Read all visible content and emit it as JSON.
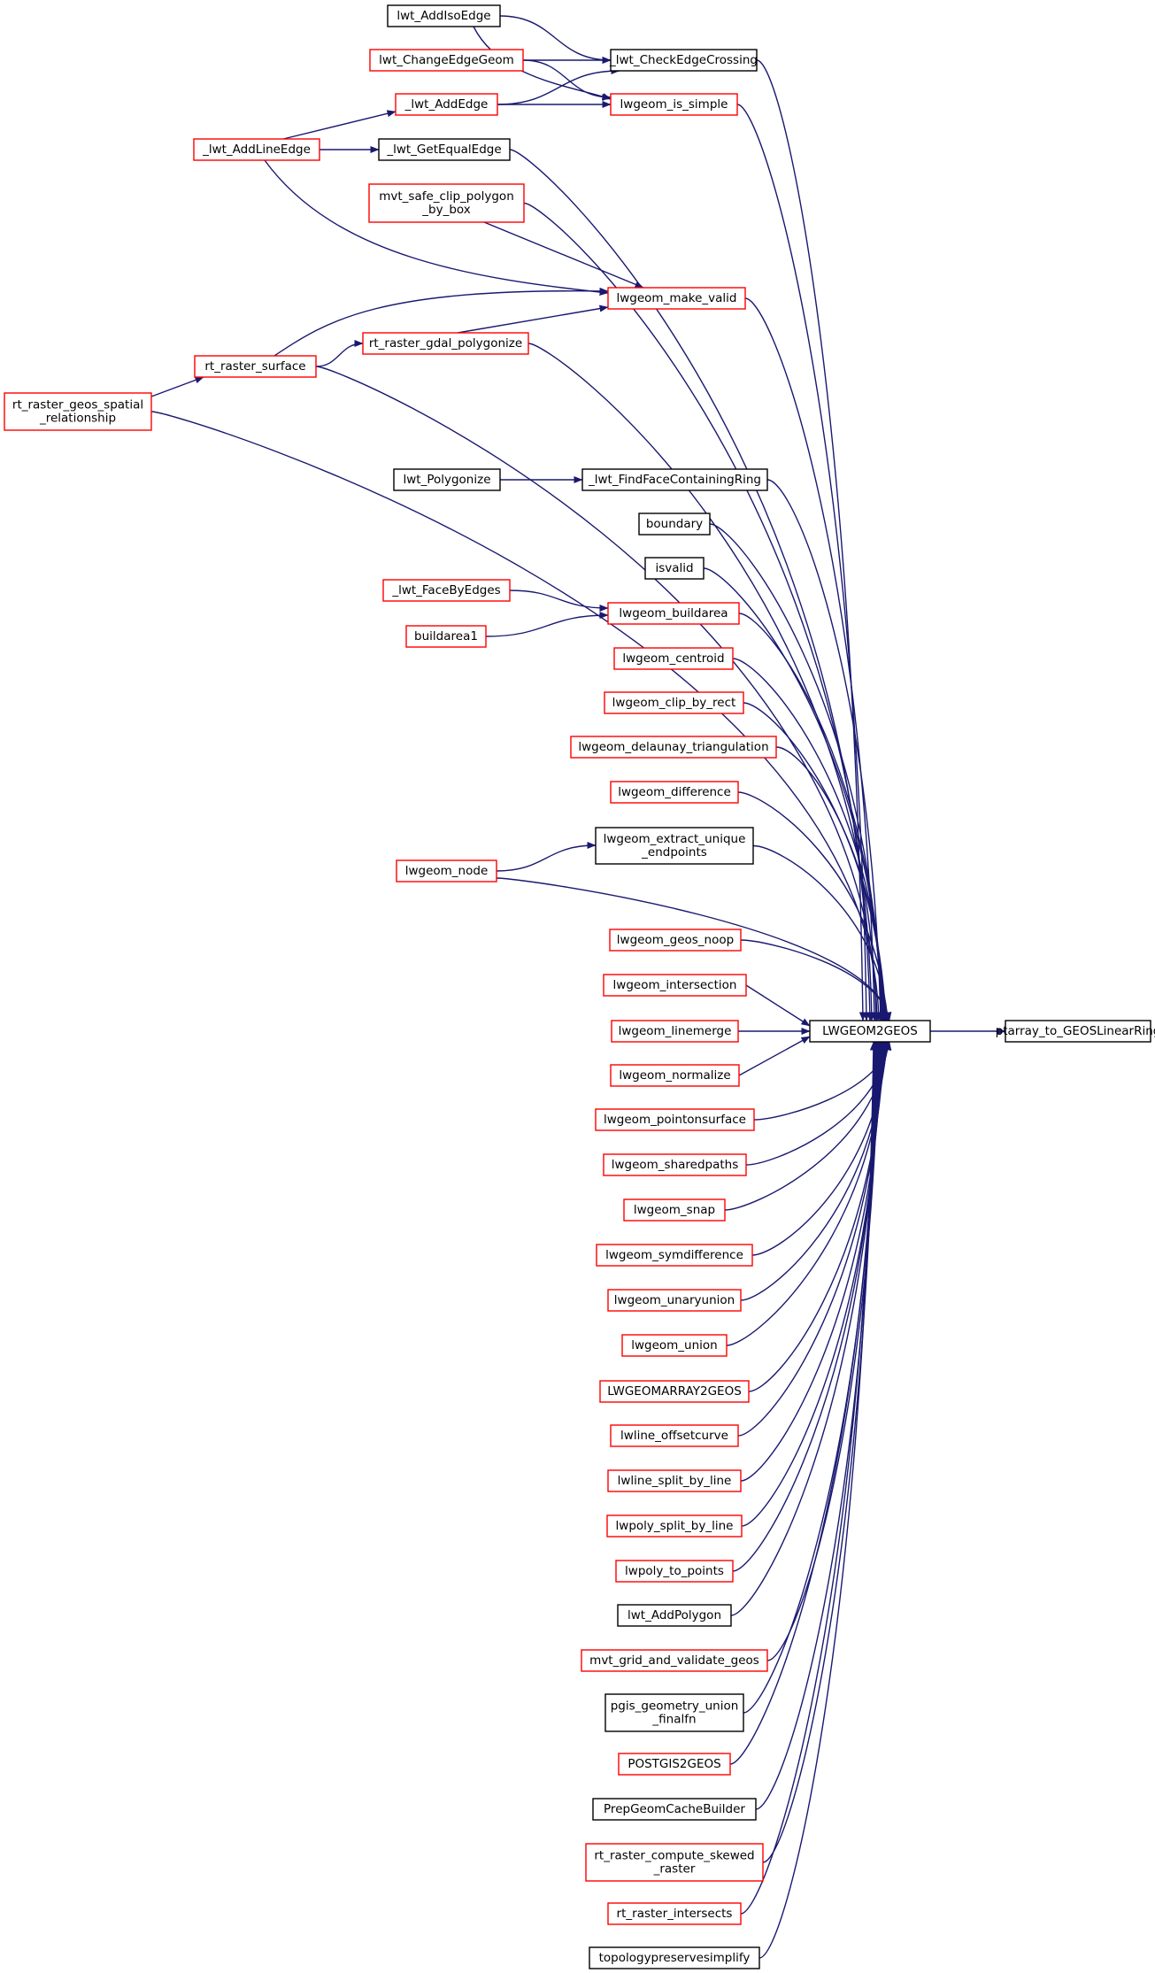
{
  "colors": {
    "edge": "#191970",
    "border_complete": "#000000",
    "border_truncated": "#ff0000",
    "focus_fill": "#bfbfbf",
    "background": "#ffffff"
  },
  "nodes": {
    "target": {
      "lines": [
        "ptarray_to_GEOSLinearRing"
      ],
      "style": "focus"
    },
    "lw2geos": {
      "lines": [
        "LWGEOM2GEOS"
      ],
      "style": "complete"
    },
    "addiso": {
      "lines": [
        "lwt_AddIsoEdge"
      ],
      "style": "complete"
    },
    "chgeg": {
      "lines": [
        "lwt_ChangeEdgeGeom"
      ],
      "style": "truncated"
    },
    "cross": {
      "lines": [
        "_lwt_CheckEdgeCrossing"
      ],
      "style": "complete"
    },
    "addedge": {
      "lines": [
        "_lwt_AddEdge"
      ],
      "style": "truncated"
    },
    "simple": {
      "lines": [
        "lwgeom_is_simple"
      ],
      "style": "truncated"
    },
    "addline": {
      "lines": [
        "_lwt_AddLineEdge"
      ],
      "style": "truncated"
    },
    "equal": {
      "lines": [
        "_lwt_GetEqualEdge"
      ],
      "style": "complete"
    },
    "mvtclip": {
      "lines": [
        "mvt_safe_clip_polygon",
        "_by_box"
      ],
      "style": "truncated"
    },
    "valid": {
      "lines": [
        "lwgeom_make_valid"
      ],
      "style": "truncated"
    },
    "gdalpoly": {
      "lines": [
        "rt_raster_gdal_polygonize"
      ],
      "style": "truncated"
    },
    "rsurf": {
      "lines": [
        "rt_raster_surface"
      ],
      "style": "truncated"
    },
    "geosrel": {
      "lines": [
        "rt_raster_geos_spatial",
        "_relationship"
      ],
      "style": "truncated"
    },
    "polyg": {
      "lines": [
        "lwt_Polygonize"
      ],
      "style": "complete"
    },
    "findface": {
      "lines": [
        "_lwt_FindFaceContainingRing"
      ],
      "style": "complete"
    },
    "boundary": {
      "lines": [
        "boundary"
      ],
      "style": "complete"
    },
    "isvalid": {
      "lines": [
        "isvalid"
      ],
      "style": "complete"
    },
    "facebye": {
      "lines": [
        "_lwt_FaceByEdges"
      ],
      "style": "truncated"
    },
    "bldarea1": {
      "lines": [
        "buildarea1"
      ],
      "style": "truncated"
    },
    "bldarea": {
      "lines": [
        "lwgeom_buildarea"
      ],
      "style": "truncated"
    },
    "centroid": {
      "lines": [
        "lwgeom_centroid"
      ],
      "style": "truncated"
    },
    "cliprect": {
      "lines": [
        "lwgeom_clip_by_rect"
      ],
      "style": "truncated"
    },
    "delaunay": {
      "lines": [
        "lwgeom_delaunay_triangulation"
      ],
      "style": "truncated"
    },
    "diff": {
      "lines": [
        "lwgeom_difference"
      ],
      "style": "truncated"
    },
    "extract": {
      "lines": [
        "lwgeom_extract_unique",
        "_endpoints"
      ],
      "style": "complete"
    },
    "node": {
      "lines": [
        "lwgeom_node"
      ],
      "style": "truncated"
    },
    "noop": {
      "lines": [
        "lwgeom_geos_noop"
      ],
      "style": "truncated"
    },
    "inter": {
      "lines": [
        "lwgeom_intersection"
      ],
      "style": "truncated"
    },
    "lmerge": {
      "lines": [
        "lwgeom_linemerge"
      ],
      "style": "truncated"
    },
    "normal": {
      "lines": [
        "lwgeom_normalize"
      ],
      "style": "truncated"
    },
    "pos": {
      "lines": [
        "lwgeom_pointonsurface"
      ],
      "style": "truncated"
    },
    "shared": {
      "lines": [
        "lwgeom_sharedpaths"
      ],
      "style": "truncated"
    },
    "snap": {
      "lines": [
        "lwgeom_snap"
      ],
      "style": "truncated"
    },
    "symdiff": {
      "lines": [
        "lwgeom_symdifference"
      ],
      "style": "truncated"
    },
    "unary": {
      "lines": [
        "lwgeom_unaryunion"
      ],
      "style": "truncated"
    },
    "union": {
      "lines": [
        "lwgeom_union"
      ],
      "style": "truncated"
    },
    "marray": {
      "lines": [
        "LWGEOMARRAY2GEOS"
      ],
      "style": "truncated"
    },
    "offset": {
      "lines": [
        "lwline_offsetcurve"
      ],
      "style": "truncated"
    },
    "lsplit": {
      "lines": [
        "lwline_split_by_line"
      ],
      "style": "truncated"
    },
    "psplit": {
      "lines": [
        "lwpoly_split_by_line"
      ],
      "style": "truncated"
    },
    "ptopts": {
      "lines": [
        "lwpoly_to_points"
      ],
      "style": "truncated"
    },
    "addpoly": {
      "lines": [
        "lwt_AddPolygon"
      ],
      "style": "complete"
    },
    "mvtgrid": {
      "lines": [
        "mvt_grid_and_validate_geos"
      ],
      "style": "truncated"
    },
    "pgunion": {
      "lines": [
        "pgis_geometry_union",
        "_finalfn"
      ],
      "style": "complete"
    },
    "pg2geos": {
      "lines": [
        "POSTGIS2GEOS"
      ],
      "style": "truncated"
    },
    "prep": {
      "lines": [
        "PrepGeomCacheBuilder"
      ],
      "style": "complete"
    },
    "skewed": {
      "lines": [
        "rt_raster_compute_skewed",
        "_raster"
      ],
      "style": "truncated"
    },
    "rinter": {
      "lines": [
        "rt_raster_intersects"
      ],
      "style": "truncated"
    },
    "topo": {
      "lines": [
        "topologypreservesimplify"
      ],
      "style": "complete"
    }
  },
  "edges": [
    {
      "from": "lw2geos",
      "to": "target"
    },
    {
      "from": "cross",
      "to": "lw2geos"
    },
    {
      "from": "simple",
      "to": "lw2geos"
    },
    {
      "from": "equal",
      "to": "lw2geos"
    },
    {
      "from": "mvtclip",
      "to": "lw2geos"
    },
    {
      "from": "valid",
      "to": "lw2geos"
    },
    {
      "from": "gdalpoly",
      "to": "lw2geos"
    },
    {
      "from": "rsurf",
      "to": "lw2geos"
    },
    {
      "from": "geosrel",
      "to": "lw2geos"
    },
    {
      "from": "findface",
      "to": "lw2geos"
    },
    {
      "from": "boundary",
      "to": "lw2geos"
    },
    {
      "from": "isvalid",
      "to": "lw2geos"
    },
    {
      "from": "bldarea",
      "to": "lw2geos"
    },
    {
      "from": "centroid",
      "to": "lw2geos"
    },
    {
      "from": "cliprect",
      "to": "lw2geos"
    },
    {
      "from": "delaunay",
      "to": "lw2geos"
    },
    {
      "from": "diff",
      "to": "lw2geos"
    },
    {
      "from": "extract",
      "to": "lw2geos"
    },
    {
      "from": "node",
      "to": "lw2geos"
    },
    {
      "from": "noop",
      "to": "lw2geos"
    },
    {
      "from": "inter",
      "to": "lw2geos"
    },
    {
      "from": "lmerge",
      "to": "lw2geos"
    },
    {
      "from": "normal",
      "to": "lw2geos"
    },
    {
      "from": "pos",
      "to": "lw2geos"
    },
    {
      "from": "shared",
      "to": "lw2geos"
    },
    {
      "from": "snap",
      "to": "lw2geos"
    },
    {
      "from": "symdiff",
      "to": "lw2geos"
    },
    {
      "from": "unary",
      "to": "lw2geos"
    },
    {
      "from": "union",
      "to": "lw2geos"
    },
    {
      "from": "marray",
      "to": "lw2geos"
    },
    {
      "from": "offset",
      "to": "lw2geos"
    },
    {
      "from": "lsplit",
      "to": "lw2geos"
    },
    {
      "from": "psplit",
      "to": "lw2geos"
    },
    {
      "from": "ptopts",
      "to": "lw2geos"
    },
    {
      "from": "addpoly",
      "to": "lw2geos"
    },
    {
      "from": "mvtgrid",
      "to": "lw2geos"
    },
    {
      "from": "pgunion",
      "to": "lw2geos"
    },
    {
      "from": "pg2geos",
      "to": "lw2geos"
    },
    {
      "from": "prep",
      "to": "lw2geos"
    },
    {
      "from": "skewed",
      "to": "lw2geos"
    },
    {
      "from": "rinter",
      "to": "lw2geos"
    },
    {
      "from": "topo",
      "to": "lw2geos"
    },
    {
      "from": "addiso",
      "to": "cross"
    },
    {
      "from": "chgeg",
      "to": "cross"
    },
    {
      "from": "addedge",
      "to": "cross"
    },
    {
      "from": "addiso",
      "to": "simple"
    },
    {
      "from": "chgeg",
      "to": "simple"
    },
    {
      "from": "addedge",
      "to": "simple"
    },
    {
      "from": "addline",
      "to": "addedge"
    },
    {
      "from": "addline",
      "to": "equal"
    },
    {
      "from": "addline",
      "to": "valid"
    },
    {
      "from": "mvtclip",
      "to": "valid"
    },
    {
      "from": "rsurf",
      "to": "valid"
    },
    {
      "from": "gdalpoly",
      "to": "valid"
    },
    {
      "from": "rsurf",
      "to": "gdalpoly"
    },
    {
      "from": "geosrel",
      "to": "rsurf"
    },
    {
      "from": "polyg",
      "to": "findface"
    },
    {
      "from": "facebye",
      "to": "bldarea"
    },
    {
      "from": "bldarea1",
      "to": "bldarea"
    },
    {
      "from": "node",
      "to": "extract"
    }
  ]
}
